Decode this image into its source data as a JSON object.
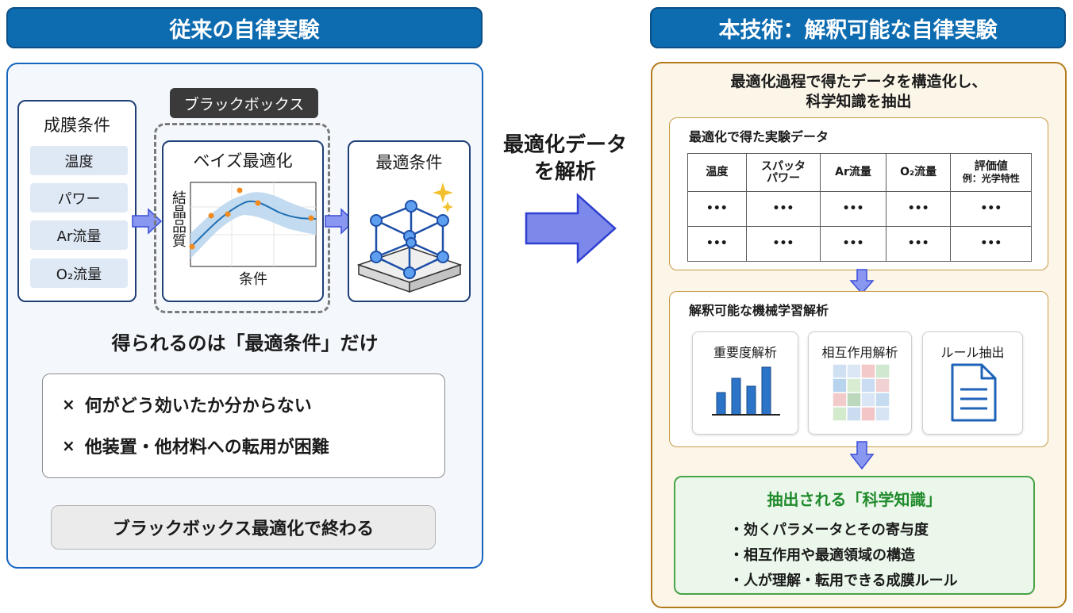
{
  "left": {
    "header": "従来の自律実験",
    "conditions": {
      "title": "成膜条件",
      "items": [
        "温度",
        "パワー",
        "Ar流量",
        "O₂流量"
      ]
    },
    "blackbox_label": "ブラックボックス",
    "bayes": {
      "title": "ベイズ最適化",
      "ylabel": "結晶品質",
      "xlabel": "条件"
    },
    "optimal": {
      "title": "最適条件"
    },
    "result_text": "得られるのは「最適条件」だけ",
    "negatives": [
      "何がどう効いたか分からない",
      "他装置・他材料への転用が困難"
    ],
    "negative_mark": "×",
    "bottom_label": "ブラックボックス最適化で終わる"
  },
  "middle": {
    "line1": "最適化データ",
    "line2": "を解析"
  },
  "right": {
    "header": "本技術：解釈可能な自律実験",
    "intro_line1": "最適化過程で得たデータを構造化し、",
    "intro_line2": "科学知識を抽出",
    "data_section": {
      "title": "最適化で得た実験データ",
      "headers": [
        {
          "l1": "温度",
          "l2": ""
        },
        {
          "l1": "スパッタ",
          "l2": "パワー"
        },
        {
          "l1": "Ar流量",
          "l2": ""
        },
        {
          "l1": "O₂流量",
          "l2": ""
        },
        {
          "l1": "評価値",
          "l2": "例：光学特性"
        }
      ],
      "rows": [
        [
          "•••",
          "•••",
          "•••",
          "•••",
          "•••"
        ],
        [
          "•••",
          "•••",
          "•••",
          "•••",
          "•••"
        ]
      ]
    },
    "ml_section": {
      "title": "解釈可能な機械学習解析",
      "cards": [
        "重要度解析",
        "相互作用解析",
        "ルール抽出"
      ]
    },
    "knowledge": {
      "title": "抽出される「科学知識」",
      "items": [
        "・効くパラメータとその寄与度",
        "・相互作用や最適領域の構造",
        "・人が理解・転用できる成膜ルール"
      ]
    }
  },
  "colors": {
    "header_blue": "#0d6bb0",
    "left_border": "#1565c0",
    "right_border": "#b47b1d",
    "green": "#1f8a2b",
    "arrow": "#7f8ff0"
  }
}
